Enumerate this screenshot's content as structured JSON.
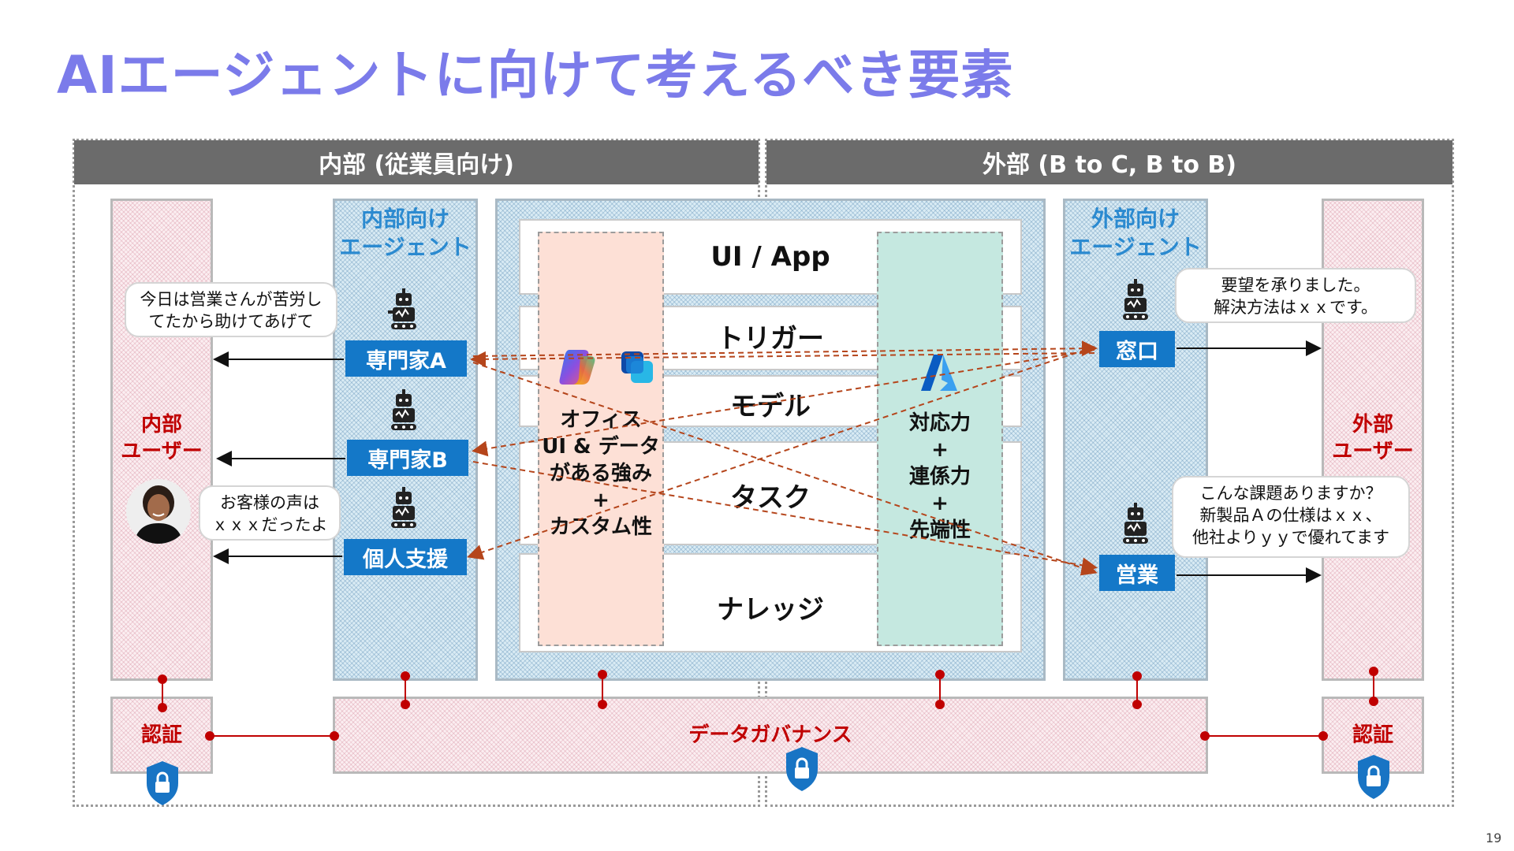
{
  "slide": {
    "title": "AIエージェントに向けて考えるべき要素",
    "page_number": "19"
  },
  "internal": {
    "header": "内部 (従業員向け)",
    "users_label": "内部\nユーザー",
    "agent_header": "内部向け\nエージェント",
    "agents": [
      "専門家A",
      "専門家B",
      "個人支援"
    ],
    "bubble_top": "今日は営業さんが苦労し\nてたから助けてあげて",
    "bubble_bottom": "お客様の声は\nｘｘｘだったよ",
    "auth_label": "認証"
  },
  "external": {
    "header": "外部 (B to C, B to B)",
    "users_label": "外部\nユーザー",
    "agent_header": "外部向け\nエージェント",
    "agents": [
      "窓口",
      "営業"
    ],
    "bubble_top": "要望を承りました。\n解決方法はｘｘです。",
    "bubble_bottom": "こんな課題ありますか？\n新製品Ａの仕様はｘｘ、\n他社よりｙｙで優れてます",
    "auth_label": "認証"
  },
  "platform": {
    "layers": [
      "UI / App",
      "トリガー",
      "モデル",
      "タスク",
      "ナレッジ"
    ],
    "left_stack_text": "オフィス\nUI & データ\nがある強み\n+\nカスタム性",
    "right_stack_text": "対応力\n+\n連係力\n+\n先端性"
  },
  "governance": {
    "label": "データガバナンス"
  },
  "icons": {
    "robot": "robot-icon",
    "copilot": "copilot-icon",
    "power_platform": "power-platform-icon",
    "azure": "azure-icon",
    "lock_shield": "lock-shield-icon",
    "person": "person-avatar"
  },
  "colors": {
    "title": "#7b7bea",
    "header_bar": "#6b6b6b",
    "agent_button": "#1478c8",
    "red_label": "#c00000",
    "dashed_arrow": "#b5451b",
    "left_stack_fill": "#fde0d6",
    "right_stack_fill": "#c5e8e0"
  }
}
